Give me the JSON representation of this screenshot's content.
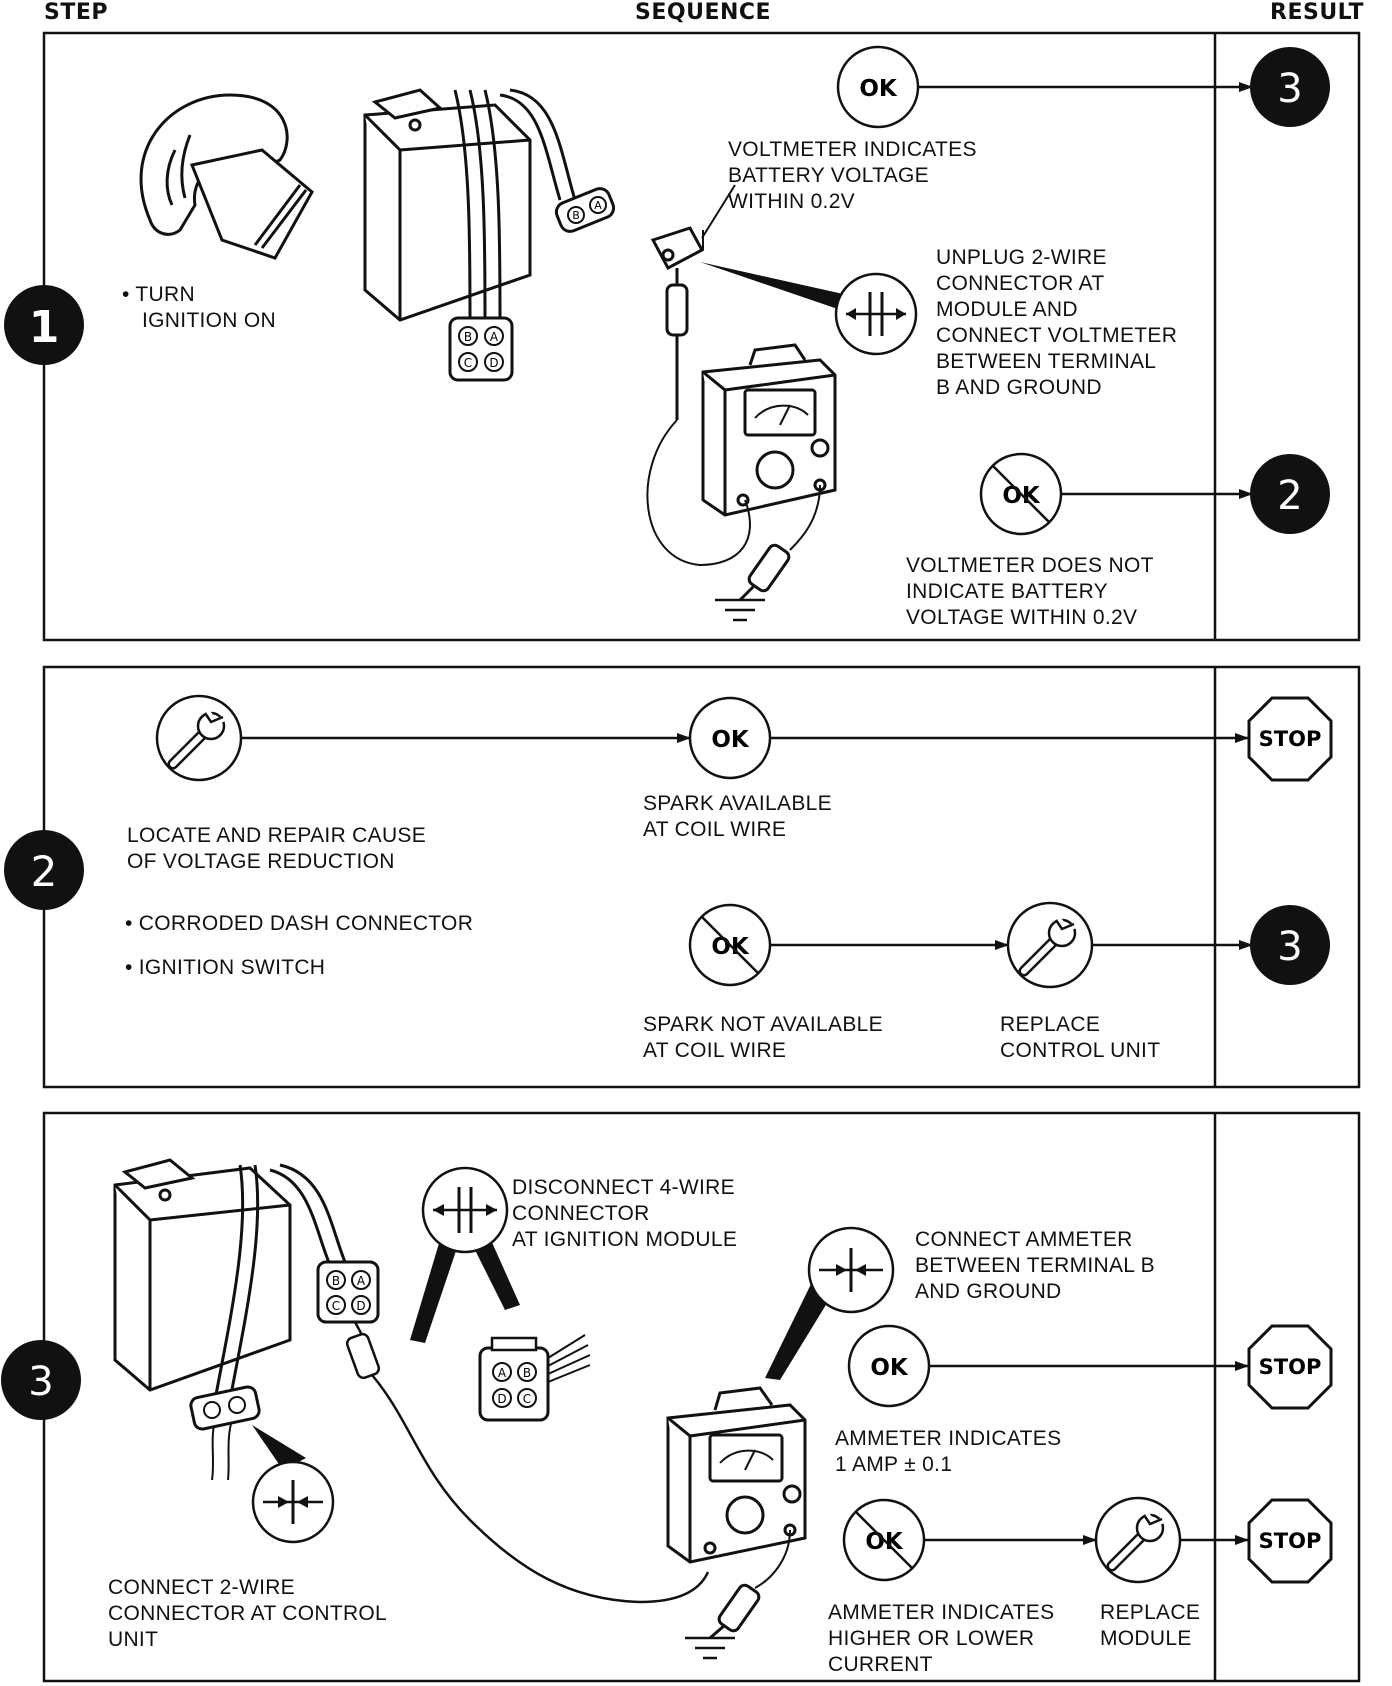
{
  "header": {
    "step": "STEP",
    "sequence": "SEQUENCE",
    "result": "RESULT"
  },
  "symbols": {
    "ok": "OK",
    "stop": "STOP"
  },
  "steps": [
    {
      "number": "1",
      "instruction": [
        "• TURN",
        "IGNITION ON"
      ],
      "connector_letters": [
        "B",
        "A",
        "C",
        "D"
      ],
      "two_wire_letters": [
        "B",
        "A"
      ],
      "voltmeter_instruction": [
        "UNPLUG 2-WIRE",
        "CONNECTOR AT",
        "MODULE AND",
        "CONNECT VOLTMETER",
        "BETWEEN TERMINAL",
        "B AND GROUND"
      ],
      "ok_result": [
        "VOLTMETER INDICATES",
        "BATTERY VOLTAGE",
        "WITHIN 0.2V"
      ],
      "ok_go_to": "3",
      "not_ok_result": [
        "VOLTMETER DOES NOT",
        "INDICATE BATTERY",
        "VOLTAGE WITHIN 0.2V"
      ],
      "not_ok_go_to": "2"
    },
    {
      "number": "2",
      "repair_text": [
        "LOCATE AND REPAIR CAUSE",
        "OF VOLTAGE REDUCTION"
      ],
      "bullets": [
        "• CORRODED DASH CONNECTOR",
        "• IGNITION SWITCH"
      ],
      "ok_result": [
        "SPARK AVAILABLE",
        "AT COIL WIRE"
      ],
      "not_ok_result": [
        "SPARK NOT AVAILABLE",
        "AT COIL WIRE"
      ],
      "replace_text": [
        "REPLACE",
        "CONTROL UNIT"
      ],
      "not_ok_go_to": "3"
    },
    {
      "number": "3",
      "disconnect_text": [
        "DISCONNECT 4-WIRE",
        "CONNECTOR",
        "AT IGNITION MODULE"
      ],
      "connector_letters": [
        "B",
        "A",
        "C",
        "D"
      ],
      "loose_connector_letters": [
        "A",
        "B",
        "D",
        "C"
      ],
      "ammeter_instruction": [
        "CONNECT AMMETER",
        "BETWEEN TERMINAL B",
        "AND GROUND"
      ],
      "ok_result": [
        "AMMETER INDICATES",
        "1 AMP ± 0.1"
      ],
      "connect_text": [
        "CONNECT 2-WIRE",
        "CONNECTOR AT CONTROL",
        "UNIT"
      ],
      "not_ok_result": [
        "AMMETER INDICATES",
        "HIGHER OR LOWER",
        "CURRENT"
      ],
      "replace_text": [
        "REPLACE",
        "MODULE"
      ]
    }
  ]
}
